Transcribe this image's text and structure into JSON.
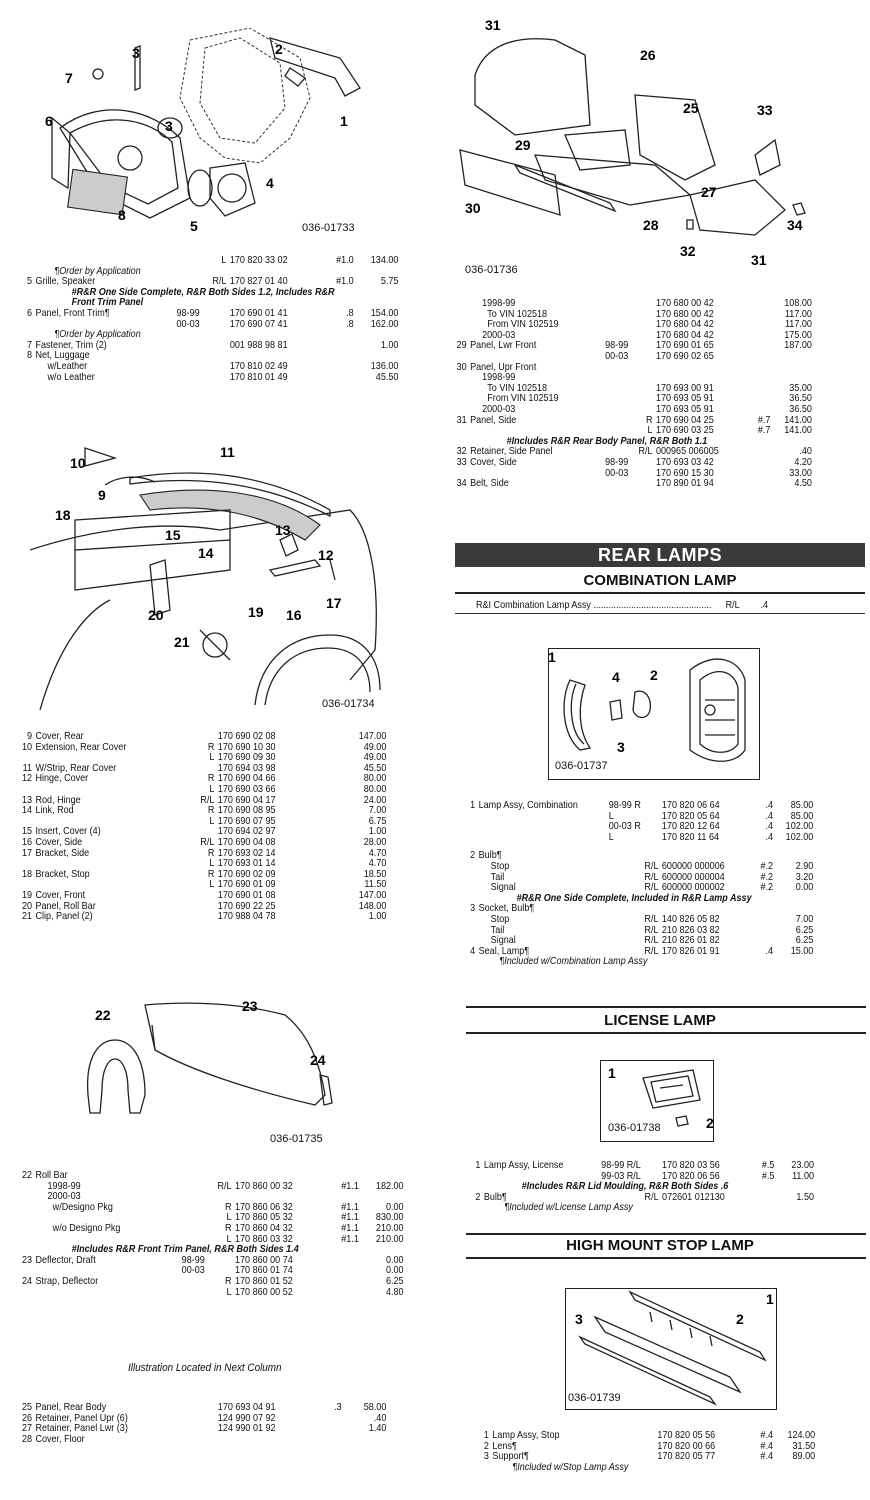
{
  "figures": {
    "f1": "036-01733",
    "f2": "036-01734",
    "f3": "036-01735",
    "f4": "036-01736",
    "f5": "036-01737",
    "f6": "036-01738",
    "f7": "036-01739"
  },
  "callouts": {
    "f1": [
      "1",
      "2",
      "3",
      "3",
      "4",
      "5",
      "6",
      "7",
      "8"
    ],
    "f2": [
      "9",
      "10",
      "11",
      "12",
      "13",
      "14",
      "15",
      "16",
      "17",
      "18",
      "19",
      "20",
      "21"
    ],
    "f3": [
      "22",
      "23",
      "24"
    ],
    "f4": [
      "25",
      "26",
      "27",
      "28",
      "29",
      "30",
      "31",
      "31",
      "32",
      "33",
      "34"
    ],
    "f5": [
      "1",
      "2",
      "3",
      "4"
    ],
    "f6": [
      "1",
      "2"
    ],
    "f7": [
      "1",
      "2",
      "3"
    ]
  },
  "left_block1": [
    {
      "num": "",
      "desc": "",
      "yr": "",
      "rl": "L",
      "pn": "170 820 33 02",
      "lab": "#1.0",
      "price": "134.00"
    },
    {
      "note_plain": "¶Order by Application"
    },
    {
      "num": "5",
      "desc": "Grille, Speaker",
      "yr": "",
      "rl": "R/L",
      "pn": "170 827 01 40",
      "lab": "#1.0",
      "price": "5.75"
    },
    {
      "note_bold": "#R&R One Side Complete, R&R Both Sides 1.2, Includes R&R"
    },
    {
      "note_bold": "Front Trim Panel"
    },
    {
      "num": "6",
      "desc": "Panel, Front Trim¶",
      "yr": "98-99",
      "rl": "",
      "pn": "170 690 01 41",
      "lab": ".8",
      "price": "154.00"
    },
    {
      "num": "",
      "desc": "",
      "yr": "00-03",
      "rl": "",
      "pn": "170 690 07 41",
      "lab": ".8",
      "price": "162.00"
    },
    {
      "note_plain": "¶Order by Application"
    },
    {
      "num": "7",
      "desc": "Fastener, Trim (2)",
      "yr": "",
      "rl": "",
      "pn": "001 988 98 81",
      "lab": "",
      "price": "1.00"
    },
    {
      "num": "8",
      "desc": "Net, Luggage",
      "yr": "",
      "rl": "",
      "pn": "",
      "lab": "",
      "price": ""
    },
    {
      "num": "",
      "desc": "w/Leather",
      "indent": 1,
      "yr": "",
      "rl": "",
      "pn": "170 810 02 49",
      "lab": "",
      "price": "136.00"
    },
    {
      "num": "",
      "desc": "w/o Leather",
      "indent": 1,
      "yr": "",
      "rl": "",
      "pn": "170 810 01 49",
      "lab": "",
      "price": "45.50"
    }
  ],
  "left_block2": [
    {
      "num": "9",
      "desc": "Cover, Rear",
      "yr": "",
      "rl": "",
      "pn": "170 690 02 08",
      "lab": "",
      "price": "147.00"
    },
    {
      "num": "10",
      "desc": "Extension, Rear Cover",
      "yr": "",
      "rl": "R",
      "pn": "170 690 10 30",
      "lab": "",
      "price": "49.00"
    },
    {
      "num": "",
      "desc": "",
      "yr": "",
      "rl": "L",
      "pn": "170 690 09 30",
      "lab": "",
      "price": "49.00"
    },
    {
      "num": "11",
      "desc": "W/Strip, Rear Cover",
      "yr": "",
      "rl": "",
      "pn": "170 694 03 98",
      "lab": "",
      "price": "45.50"
    },
    {
      "num": "12",
      "desc": "Hinge, Cover",
      "yr": "",
      "rl": "R",
      "pn": "170 690 04 66",
      "lab": "",
      "price": "80.00"
    },
    {
      "num": "",
      "desc": "",
      "yr": "",
      "rl": "L",
      "pn": "170 690 03 66",
      "lab": "",
      "price": "80.00"
    },
    {
      "num": "13",
      "desc": "Rod, Hinge",
      "yr": "",
      "rl": "R/L",
      "pn": "170 690 04 17",
      "lab": "",
      "price": "24.00"
    },
    {
      "num": "14",
      "desc": "Link, Rod",
      "yr": "",
      "rl": "R",
      "pn": "170 690 08 95",
      "lab": "",
      "price": "7.00"
    },
    {
      "num": "",
      "desc": "",
      "yr": "",
      "rl": "L",
      "pn": "170 690 07 95",
      "lab": "",
      "price": "6.75"
    },
    {
      "num": "15",
      "desc": "Insert, Cover (4)",
      "yr": "",
      "rl": "",
      "pn": "170 694 02 97",
      "lab": "",
      "price": "1.00"
    },
    {
      "num": "16",
      "desc": "Cover, Side",
      "yr": "",
      "rl": "R/L",
      "pn": "170 690 04 08",
      "lab": "",
      "price": "28.00"
    },
    {
      "num": "17",
      "desc": "Bracket, Side",
      "yr": "",
      "rl": "R",
      "pn": "170 693 02 14",
      "lab": "",
      "price": "4.70"
    },
    {
      "num": "",
      "desc": "",
      "yr": "",
      "rl": "L",
      "pn": "170 693 01 14",
      "lab": "",
      "price": "4.70"
    },
    {
      "num": "18",
      "desc": "Bracket, Stop",
      "yr": "",
      "rl": "R",
      "pn": "170 690 02 09",
      "lab": "",
      "price": "18.50"
    },
    {
      "num": "",
      "desc": "",
      "yr": "",
      "rl": "L",
      "pn": "170 690 01 09",
      "lab": "",
      "price": "11.50"
    },
    {
      "num": "19",
      "desc": "Cover, Front",
      "yr": "",
      "rl": "",
      "pn": "170 690 01 08",
      "lab": "",
      "price": "147.00"
    },
    {
      "num": "20",
      "desc": "Panel, Roll Bar",
      "yr": "",
      "rl": "",
      "pn": "170 690 22 25",
      "lab": "",
      "price": "148.00"
    },
    {
      "num": "21",
      "desc": "Clip, Panel (2)",
      "yr": "",
      "rl": "",
      "pn": "170 988 04 78",
      "lab": "",
      "price": "1.00"
    }
  ],
  "left_block3": [
    {
      "num": "22",
      "desc": "Roll Bar",
      "yr": "",
      "rl": "",
      "pn": "",
      "lab": "",
      "price": ""
    },
    {
      "num": "",
      "desc": "1998-99",
      "indent": 1,
      "yr": "",
      "rl": "R/L",
      "pn": "170 860 00 32",
      "lab": "#1.1",
      "price": "182.00"
    },
    {
      "num": "",
      "desc": "2000-03",
      "indent": 1,
      "yr": "",
      "rl": "",
      "pn": "",
      "lab": "",
      "price": ""
    },
    {
      "num": "",
      "desc": "w/Designo Pkg",
      "indent": 2,
      "yr": "",
      "rl": "R",
      "pn": "170 860 06 32",
      "lab": "#1.1",
      "price": "0.00"
    },
    {
      "num": "",
      "desc": "",
      "yr": "",
      "rl": "L",
      "pn": "170 860 05 32",
      "lab": "#1.1",
      "price": "830.00"
    },
    {
      "num": "",
      "desc": "w/o Designo Pkg",
      "indent": 2,
      "yr": "",
      "rl": "R",
      "pn": "170 860 04 32",
      "lab": "#1.1",
      "price": "210.00"
    },
    {
      "num": "",
      "desc": "",
      "yr": "",
      "rl": "L",
      "pn": "170 860 03 32",
      "lab": "#1.1",
      "price": "210.00"
    },
    {
      "note_bold": "#Includes R&R Front Trim Panel, R&R Both Sides 1.4"
    },
    {
      "num": "23",
      "desc": "Deflector, Draft",
      "yr": "98-99",
      "rl": "",
      "pn": "170 860 00 74",
      "lab": "",
      "price": "0.00"
    },
    {
      "num": "",
      "desc": "",
      "yr": "00-03",
      "rl": "",
      "pn": "170 860 01 74",
      "lab": "",
      "price": "0.00"
    },
    {
      "num": "24",
      "desc": "Strap, Deflector",
      "yr": "",
      "rl": "R",
      "pn": "170 860 01 52",
      "lab": "",
      "price": "6.25"
    },
    {
      "num": "",
      "desc": "",
      "yr": "",
      "rl": "L",
      "pn": "170 860 00 52",
      "lab": "",
      "price": "4.80"
    }
  ],
  "left_note": "Illustration Located in Next Column",
  "left_block4": [
    {
      "num": "25",
      "desc": "Panel, Rear Body",
      "yr": "",
      "rl": "",
      "pn": "170 693 04 91",
      "lab": ".3",
      "price": "58.00"
    },
    {
      "num": "26",
      "desc": "Retainer, Panel Upr (6)",
      "yr": "",
      "rl": "",
      "pn": "124 990 07 92",
      "lab": "",
      "price": ".40"
    },
    {
      "num": "27",
      "desc": "Retainer, Panel Lwr (3)",
      "yr": "",
      "rl": "",
      "pn": "124 990 01 92",
      "lab": "",
      "price": "1.40"
    },
    {
      "num": "28",
      "desc": "Cover, Floor",
      "yr": "",
      "rl": "",
      "pn": "",
      "lab": "",
      "price": ""
    }
  ],
  "right_block1": [
    {
      "num": "",
      "desc": "1998-99",
      "indent": 1,
      "yr": "",
      "rl": "",
      "pn": "170 680 00 42",
      "lab": "",
      "price": "108.00"
    },
    {
      "num": "",
      "desc": "To VIN 102518",
      "indent": 2,
      "yr": "",
      "rl": "",
      "pn": "170 680 00 42",
      "lab": "",
      "price": "117.00"
    },
    {
      "num": "",
      "desc": "From VIN 102519",
      "indent": 2,
      "yr": "",
      "rl": "",
      "pn": "170 680 04 42",
      "lab": "",
      "price": "117.00"
    },
    {
      "num": "",
      "desc": "2000-03",
      "indent": 1,
      "yr": "",
      "rl": "",
      "pn": "170 680 04 42",
      "lab": "",
      "price": "175.00"
    },
    {
      "num": "29",
      "desc": "Panel, Lwr Front",
      "yr": "98-99",
      "rl": "",
      "pn": "170 690 01 65",
      "lab": "",
      "price": "187.00"
    },
    {
      "num": "",
      "desc": "",
      "yr": "00-03",
      "rl": "",
      "pn": "170 690 02 65",
      "lab": "",
      "price": ""
    },
    {
      "num": "30",
      "desc": "Panel, Upr Front",
      "yr": "",
      "rl": "",
      "pn": "",
      "lab": "",
      "price": ""
    },
    {
      "num": "",
      "desc": "1998-99",
      "indent": 1,
      "yr": "",
      "rl": "",
      "pn": "",
      "lab": "",
      "price": ""
    },
    {
      "num": "",
      "desc": "To VIN 102518",
      "indent": 2,
      "yr": "",
      "rl": "",
      "pn": "170 693 00 91",
      "lab": "",
      "price": "35.00"
    },
    {
      "num": "",
      "desc": "From VIN 102519",
      "indent": 2,
      "yr": "",
      "rl": "",
      "pn": "170 693 05 91",
      "lab": "",
      "price": "36.50"
    },
    {
      "num": "",
      "desc": "2000-03",
      "indent": 1,
      "yr": "",
      "rl": "",
      "pn": "170 693 05 91",
      "lab": "",
      "price": "36.50"
    },
    {
      "num": "31",
      "desc": "Panel, Side",
      "yr": "",
      "rl": "R",
      "pn": "170 690 04 25",
      "lab": "#.7",
      "price": "141.00"
    },
    {
      "num": "",
      "desc": "",
      "yr": "",
      "rl": "L",
      "pn": "170 690 03 25",
      "lab": "#.7",
      "price": "141.00"
    },
    {
      "note_bold": "#Includes R&R Rear Body Panel, R&R Both 1.1"
    },
    {
      "num": "32",
      "desc": "Retainer, Side Panel",
      "yr": "",
      "rl": "R/L",
      "pn": "000965 006005",
      "lab": "",
      "price": ".40"
    },
    {
      "num": "33",
      "desc": "Cover, Side",
      "yr": "98-99",
      "rl": "",
      "pn": "170 693 03 42",
      "lab": "",
      "price": "4.20"
    },
    {
      "num": "",
      "desc": "",
      "yr": "00-03",
      "rl": "",
      "pn": "170 690 15 30",
      "lab": "",
      "price": "33.00"
    },
    {
      "num": "34",
      "desc": "Belt, Side",
      "yr": "",
      "rl": "",
      "pn": "170 890 01 94",
      "lab": "",
      "price": "4.50"
    }
  ],
  "banner": "REAR LAMPS",
  "sections": {
    "combination": "COMBINATION LAMP",
    "license": "LICENSE LAMP",
    "highmount": "HIGH MOUNT STOP LAMP"
  },
  "ri_line": {
    "desc": "R&I Combination Lamp Assy ...............................................",
    "rl": "R/L",
    "lab": ".4"
  },
  "comb_block": [
    {
      "num": "1",
      "desc": "Lamp Assy, Combination",
      "yr": "98-99 R",
      "rl": "",
      "pn": "170 820 06 64",
      "lab": ".4",
      "price": "85.00"
    },
    {
      "num": "",
      "desc": "",
      "yr": "L",
      "rl": "",
      "pn": "170 820 05 64",
      "lab": ".4",
      "price": "85.00"
    },
    {
      "num": "",
      "desc": "",
      "yr": "00-03 R",
      "rl": "",
      "pn": "170 820 12 64",
      "lab": ".4",
      "price": "102.00"
    },
    {
      "num": "",
      "desc": "",
      "yr": "L",
      "rl": "",
      "pn": "170 820 11 64",
      "lab": ".4",
      "price": "102.00"
    },
    {
      "gap": true
    },
    {
      "num": "2",
      "desc": "Bulb¶",
      "yr": "",
      "rl": "",
      "pn": "",
      "lab": "",
      "price": ""
    },
    {
      "num": "",
      "desc": "Stop",
      "indent": 1,
      "yr": "",
      "rl": "R/L",
      "pn": "600000 000006",
      "lab": "#.2",
      "price": "2.90"
    },
    {
      "num": "",
      "desc": "Tail",
      "indent": 1,
      "yr": "",
      "rl": "R/L",
      "pn": "600000 000004",
      "lab": "#.2",
      "price": "3.20"
    },
    {
      "num": "",
      "desc": "Signal",
      "indent": 1,
      "yr": "",
      "rl": "R/L",
      "pn": "600000 000002",
      "lab": "#.2",
      "price": "0.00"
    },
    {
      "note_bold": "#R&R One Side Complete, Included in R&R Lamp Assy"
    },
    {
      "num": "3",
      "desc": "Socket, Bulb¶",
      "yr": "",
      "rl": "",
      "pn": "",
      "lab": "",
      "price": ""
    },
    {
      "num": "",
      "desc": "Stop",
      "indent": 1,
      "yr": "",
      "rl": "R/L",
      "pn": "140 826 05 82",
      "lab": "",
      "price": "7.00"
    },
    {
      "num": "",
      "desc": "Tail",
      "indent": 1,
      "yr": "",
      "rl": "R/L",
      "pn": "210 826 03 82",
      "lab": "",
      "price": "6.25"
    },
    {
      "num": "",
      "desc": "Signal",
      "indent": 1,
      "yr": "",
      "rl": "R/L",
      "pn": "210 826 01 82",
      "lab": "",
      "price": "6.25"
    },
    {
      "num": "4",
      "desc": "Seal, Lamp¶",
      "yr": "",
      "rl": "R/L",
      "pn": "170 826 01 91",
      "lab": ".4",
      "price": "15.00"
    },
    {
      "note_italic": "¶Included w/Combination Lamp Assy"
    }
  ],
  "lic_block": [
    {
      "num": "1",
      "desc": "Lamp Assy, License",
      "yr": "98-99 R/L",
      "rl": "",
      "pn": "170 820 03 56",
      "lab": "#.5",
      "price": "23.00"
    },
    {
      "num": "",
      "desc": "",
      "yr": "99-03 R/L",
      "rl": "",
      "pn": "170 820 06 56",
      "lab": "#.5",
      "price": "11.00"
    },
    {
      "note_bold": "#Includes R&R Lid Moulding, R&R Both Sides .6"
    },
    {
      "num": "2",
      "desc": "Bulb¶",
      "yr": "",
      "rl": "R/L",
      "pn": "072601 012130",
      "lab": "",
      "price": "1.50"
    },
    {
      "note_italic": "¶Included w/License Lamp Assy"
    }
  ],
  "hm_block": [
    {
      "num": "1",
      "desc": "Lamp Assy, Stop",
      "yr": "",
      "rl": "",
      "pn": "170 820 05 56",
      "lab": "#.4",
      "price": "124.00"
    },
    {
      "num": "2",
      "desc": "Lens¶",
      "yr": "",
      "rl": "",
      "pn": "170 820 00 66",
      "lab": "#.4",
      "price": "31.50"
    },
    {
      "num": "3",
      "desc": "Support¶",
      "yr": "",
      "rl": "",
      "pn": "170 820 05 77",
      "lab": "#.4",
      "price": "89.00"
    },
    {
      "note_italic": "¶Included w/Stop Lamp Assy"
    }
  ]
}
